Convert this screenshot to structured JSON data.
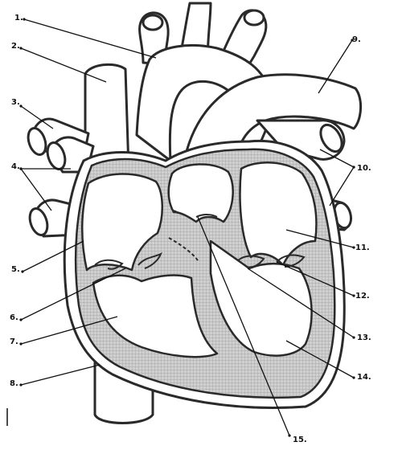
{
  "diagram": {
    "labels": [
      "1.",
      "2.",
      "3.",
      "4.",
      "5.",
      "6.",
      "7.",
      "8.",
      "9.",
      "10.",
      "11.",
      "12.",
      "13.",
      "14.",
      "15."
    ]
  },
  "colors": {
    "line": "#2a2a2a",
    "hatch": "#bdbdbd",
    "background": "#ffffff"
  }
}
